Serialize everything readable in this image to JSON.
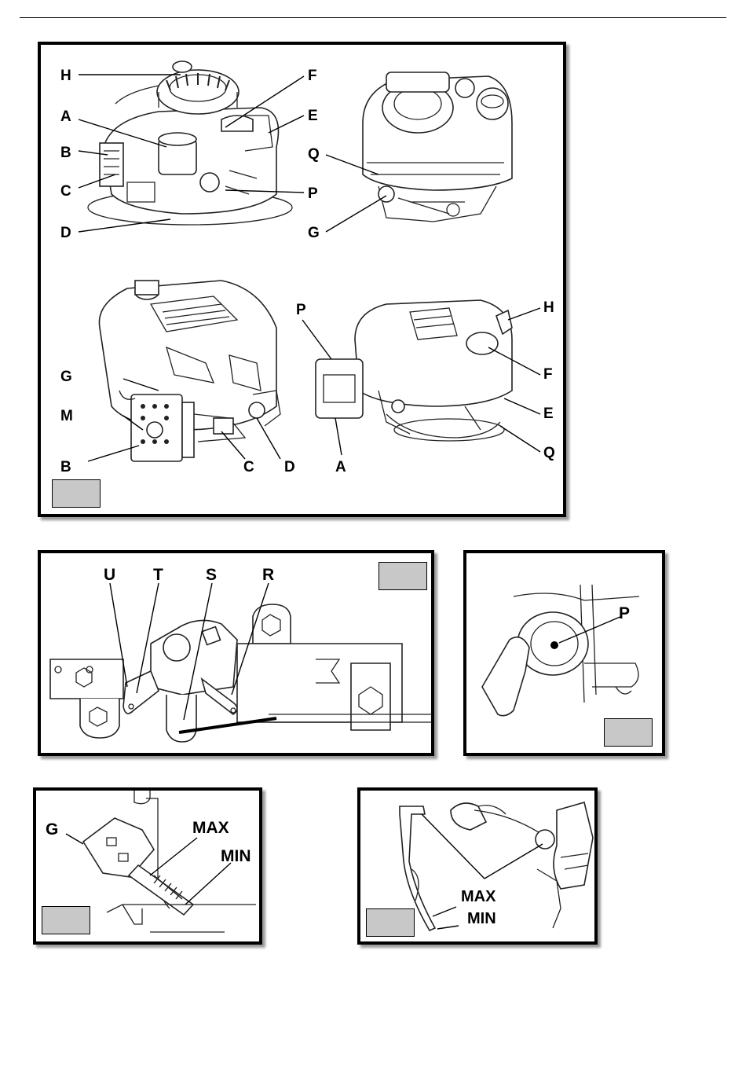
{
  "figure1": {
    "labels": {
      "top_left": {
        "H": "H",
        "A": "A",
        "B": "B",
        "C": "C",
        "D": "D",
        "F": "F",
        "E": "E",
        "P": "P"
      },
      "top_right": {
        "Q": "Q",
        "G": "G"
      },
      "bottom_left": {
        "G": "G",
        "M": "M",
        "B": "B",
        "C": "C",
        "D": "D"
      },
      "bottom_right": {
        "P": "P",
        "H": "H",
        "F": "F",
        "E": "E",
        "Q": "Q",
        "A": "A"
      }
    }
  },
  "figure2": {
    "labels": {
      "U": "U",
      "T": "T",
      "S": "S",
      "R": "R"
    }
  },
  "figure3": {
    "labels": {
      "P": "P"
    }
  },
  "figure4": {
    "labels": {
      "G": "G",
      "MAX": "MAX",
      "MIN": "MIN"
    }
  },
  "figure5": {
    "labels": {
      "MAX": "MAX",
      "MIN": "MIN"
    }
  }
}
